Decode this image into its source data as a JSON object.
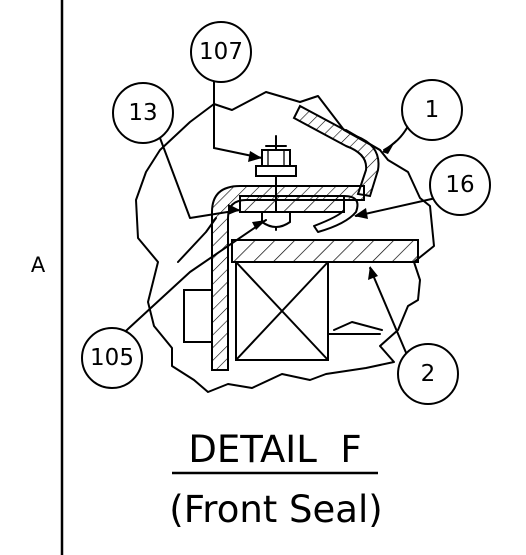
{
  "zone_label": "A",
  "title": "DETAIL  F",
  "subtitle": "(Front Seal)",
  "callouts": [
    "107",
    "13",
    "1",
    "16",
    "105",
    "2"
  ]
}
